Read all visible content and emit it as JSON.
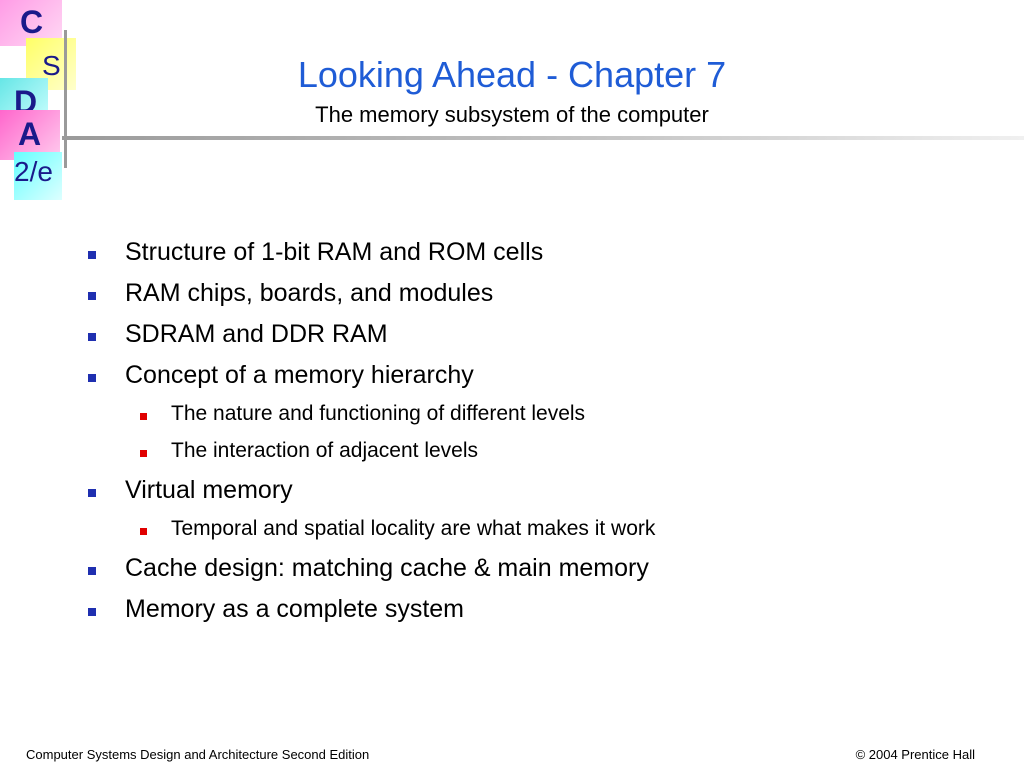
{
  "logo": {
    "letters": [
      "C",
      "S",
      "D",
      "A",
      "2/e"
    ]
  },
  "header": {
    "title": "Looking Ahead - Chapter 7",
    "subtitle": "The memory subsystem of the computer"
  },
  "bullets": [
    {
      "level": 1,
      "text": "Structure of 1-bit RAM and ROM cells"
    },
    {
      "level": 1,
      "text": "RAM chips, boards, and modules"
    },
    {
      "level": 1,
      "text": "SDRAM and DDR RAM"
    },
    {
      "level": 1,
      "text": "Concept of a memory hierarchy"
    },
    {
      "level": 2,
      "text": "The nature and functioning of different levels"
    },
    {
      "level": 2,
      "text": "The interaction of adjacent levels"
    },
    {
      "level": 1,
      "text": "Virtual memory"
    },
    {
      "level": 2,
      "text": "Temporal and spatial locality are what makes it work"
    },
    {
      "level": 1,
      "text": "Cache design: matching cache & main memory"
    },
    {
      "level": 1,
      "text": "Memory as a complete system"
    }
  ],
  "footer": {
    "left": "Computer Systems Design and Architecture Second Edition",
    "right": "© 2004 Prentice Hall"
  },
  "colors": {
    "title": "#1f5cd6",
    "bullet_level1": "#1f2fb0",
    "bullet_level2": "#e00000"
  }
}
